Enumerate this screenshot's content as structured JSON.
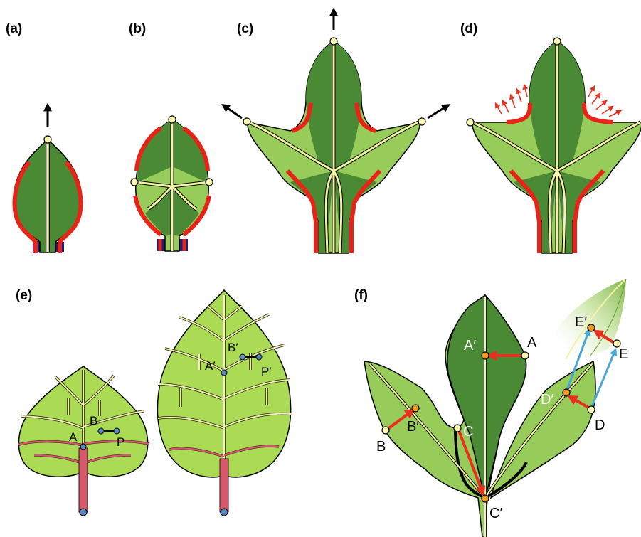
{
  "panels": {
    "a": "(a)",
    "b": "(b)",
    "c": "(c)",
    "d": "(d)",
    "e": "(e)",
    "f": "(f)"
  },
  "panel_e_points": {
    "small_leaf": {
      "A": "A",
      "B": "B",
      "P": "P"
    },
    "large_leaf": {
      "A": "A′",
      "B": "B′",
      "P": "P′"
    }
  },
  "panel_f_points": {
    "A": "A",
    "A_prime": "A′",
    "B": "B",
    "B_prime": "B′",
    "C": "C",
    "C_prime": "C′",
    "D": "D",
    "D_prime": "D′",
    "E": "E",
    "E_prime": "E′"
  },
  "colors": {
    "dark_green": "#4a8a35",
    "light_green": "#98cc5a",
    "vein": "#f3f2a6",
    "growth_margin": "#e82418",
    "petiole_base": "#1b1e78",
    "red_arrow": "#ea2f1f",
    "blue_arrow": "#49a7d6",
    "landmark_yellow": "#fbf8b0",
    "landmark_orange": "#f29a1e",
    "landmark_blue": "#5a86c2",
    "red_vein": "#d9576a"
  }
}
